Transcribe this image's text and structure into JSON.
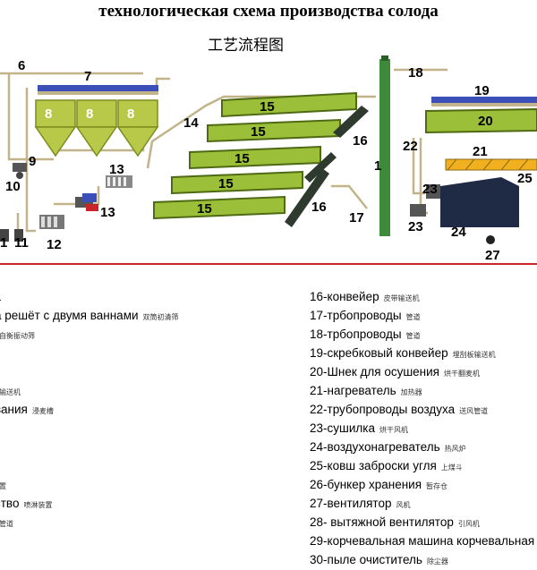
{
  "title": "технологическая схема производства солода",
  "subtitle_cn": "工艺流程图",
  "diagram_labels": {
    "n1": "1",
    "n6": "6",
    "n7": "7",
    "n8": "8",
    "n9": "9",
    "n10": "10",
    "n11": "11",
    "n12": "12",
    "n13": "13",
    "n14": "14",
    "n15": "15",
    "n16": "16",
    "n17": "17",
    "n18": "18",
    "n19": "19",
    "n20": "20",
    "n21": "21",
    "n22": "22",
    "n23": "23",
    "n24": "24",
    "n25": "25",
    "n27": "27"
  },
  "legend_left": [
    {
      "text": "1",
      "cn": ""
    },
    {
      "text": "а решёт с двумя ваннами",
      "cn": "双筒初清筛"
    },
    {
      "text": "",
      "cn": "自衡振动筛"
    },
    {
      "text": "",
      "cn": ""
    },
    {
      "text": "",
      "cn": ""
    },
    {
      "text": "",
      "cn": "输送机"
    },
    {
      "text": "вания",
      "cn": "浸麦槽"
    },
    {
      "text": "",
      "cn": ""
    },
    {
      "text": "",
      "cn": ""
    },
    {
      "text": "",
      "cn": ""
    },
    {
      "text": "",
      "cn": "置"
    },
    {
      "text": "ство",
      "cn": "喷淋装置"
    },
    {
      "text": "",
      "cn": "管道"
    }
  ],
  "legend_right": [
    {
      "text": "16-конвейер",
      "cn": "皮带输送机"
    },
    {
      "text": "17-трбопроводы",
      "cn": "管道"
    },
    {
      "text": "18-трбопроводы",
      "cn": "管道"
    },
    {
      "text": "19-скребковый конвейер",
      "cn": "埋刮板输送机"
    },
    {
      "text": "20-Шнек для осушения",
      "cn": "烘干翻麦机"
    },
    {
      "text": "21-нагреватель",
      "cn": "加热器"
    },
    {
      "text": "22-трубопроводы воздуха",
      "cn": "送风管道"
    },
    {
      "text": "23-сушилка",
      "cn": "烘干风机"
    },
    {
      "text": "24-воздухонагреватель",
      "cn": "热风炉"
    },
    {
      "text": "25-ковш заброски угля",
      "cn": "上煤斗"
    },
    {
      "text": "26-бункер хранения",
      "cn": "暂存仓"
    },
    {
      "text": "27-вентилятор",
      "cn": "风机"
    },
    {
      "text": "28- вытяжной вентилятор",
      "cn": "引风机"
    },
    {
      "text": "29-корчевальная машина корчевальная",
      "cn": ""
    },
    {
      "text": "30-пыле очиститель",
      "cn": "除尘器"
    }
  ],
  "colors": {
    "tank": "#b8c94a",
    "tank_dark": "#7d8c1e",
    "trough": "#9cbf3a",
    "trough_dark": "#4e6a12",
    "conveyor_blue": "#3a4fb8",
    "elevator": "#3e8a3a",
    "heater": "#f0b020",
    "building": "#1f2a44",
    "pipe": "#c2b48a",
    "red_line": "#c8262a"
  }
}
